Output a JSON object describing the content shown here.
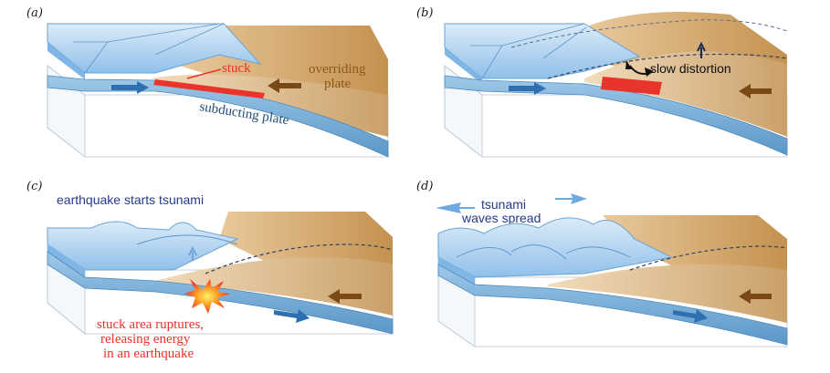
{
  "panels": {
    "a": {
      "label": "(a)",
      "stuck": "stuck",
      "overriding_line1": "overriding",
      "overriding_line2": "plate",
      "subducting": "subducting plate"
    },
    "b": {
      "label": "(b)",
      "slow_distortion": "slow distortion"
    },
    "c": {
      "label": "(c)",
      "earthquake_starts": "earthquake starts tsunami",
      "rupture_line1": "stuck area ruptures,",
      "rupture_line2": "releasing energy",
      "rupture_line3": "in an earthquake"
    },
    "d": {
      "label": "(d)",
      "tsunami_line1": "tsunami",
      "tsunami_line2": "waves spread"
    }
  },
  "colors": {
    "ocean": "#7fb6e6",
    "ocean_light": "#c5e1f7",
    "land": "#c9995a",
    "land_light": "#e7c79a",
    "plate_blue": "#5f9fcf",
    "stuck_red": "#e8342a",
    "arrow_brown": "#7a4a16"
  }
}
